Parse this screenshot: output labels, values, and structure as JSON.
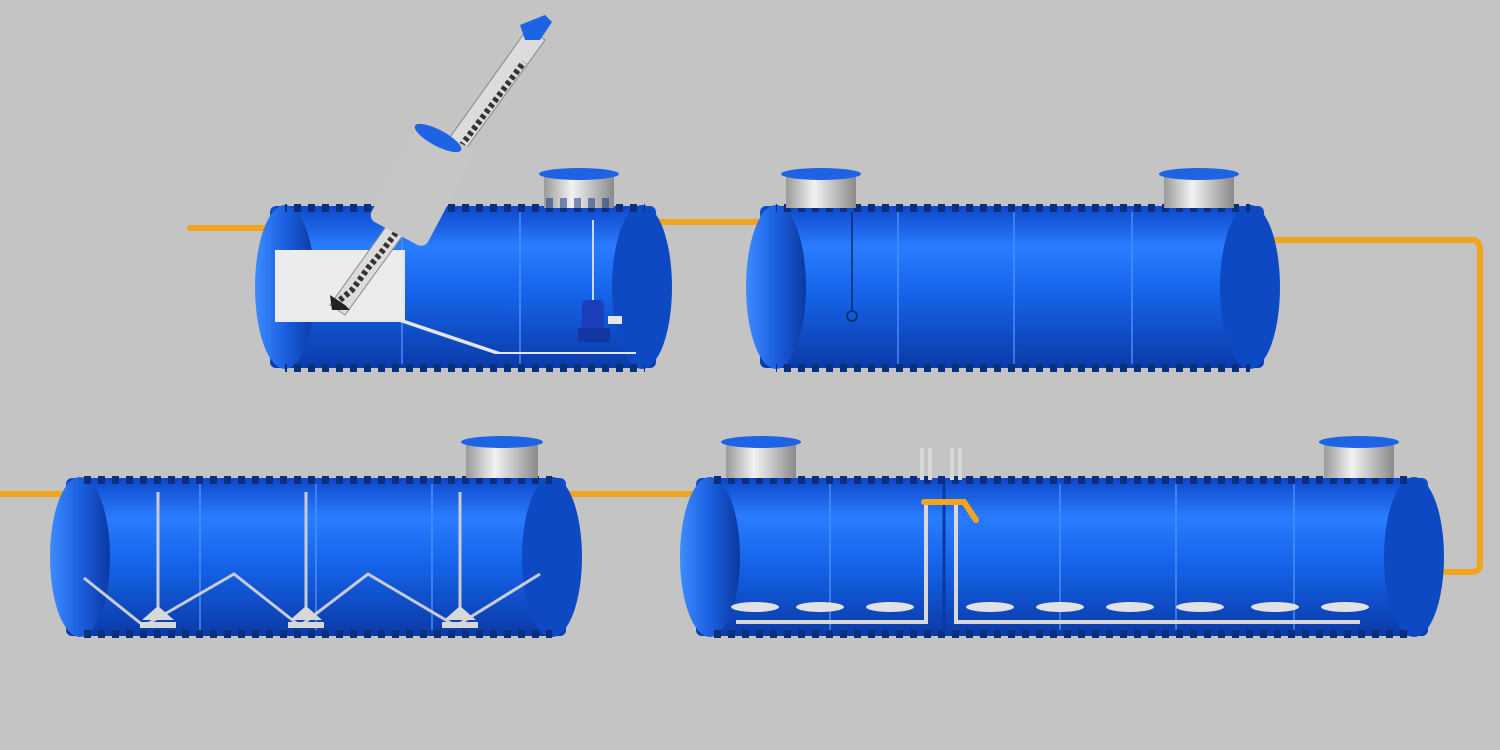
{
  "scene": {
    "description_free": true,
    "tanks": [
      {
        "id": "tank-1",
        "role": "screening-and-pump",
        "manholes": 1,
        "internals": [
          "screw-conveyor",
          "submersible-pump",
          "float-switch"
        ]
      },
      {
        "id": "tank-2",
        "role": "storage",
        "manholes": 2,
        "internals": [
          "level-sensor"
        ]
      },
      {
        "id": "tank-3",
        "role": "aeration",
        "manholes": 2,
        "internals": [
          "diffusers",
          "air-risers",
          "partition-wall"
        ]
      },
      {
        "id": "tank-4",
        "role": "settling",
        "manholes": 1,
        "internals": [
          "hopper-baffles",
          "sludge-pipes"
        ]
      }
    ],
    "colors": {
      "background": "#c4c4c4",
      "tank_blue": "#1565e6",
      "tank_dark": "#0a3fb0",
      "tank_light": "#4f95ff",
      "pipe_orange": "#f0a51c",
      "manhole_silver": "#dcdcdc",
      "rib_dark": "#0b2f7a"
    }
  }
}
